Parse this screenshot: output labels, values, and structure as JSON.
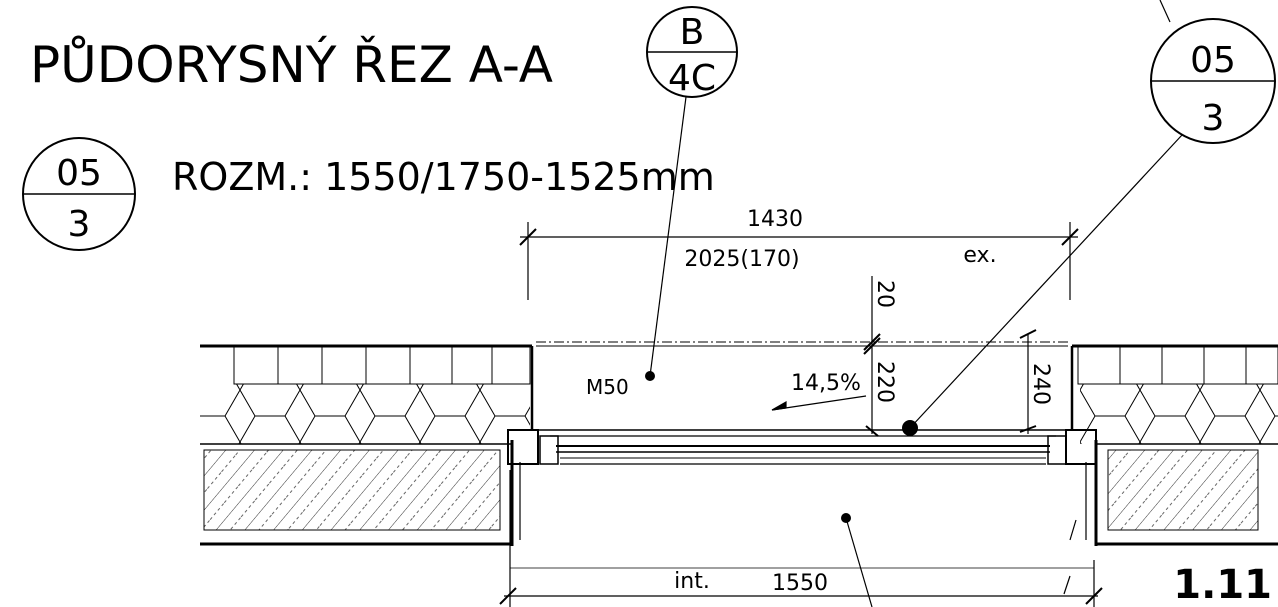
{
  "title": "PŮDORYSNÝ ŘEZ A-A",
  "dimensions_note": "ROZM.: 1550/1750-1525mm",
  "sheet_number": "1.11",
  "bubbles": {
    "detail_ref": {
      "top": "B",
      "bottom": "4C"
    },
    "section_ref_left": {
      "top": "05",
      "bottom": "3"
    },
    "section_ref_right": {
      "top": "05",
      "bottom": "3"
    }
  },
  "dimension_labels": {
    "ext_width": "1430",
    "ext_sub": "2025(170)",
    "ext_tag": "ex.",
    "top_gap": "20",
    "depth_220": "220",
    "depth_240": "240",
    "int_tag": "int.",
    "int_width": "1550"
  },
  "annotations": {
    "material": "M50",
    "slope": "14,5%"
  },
  "colors": {
    "line": "#000000",
    "background": "#ffffff"
  }
}
